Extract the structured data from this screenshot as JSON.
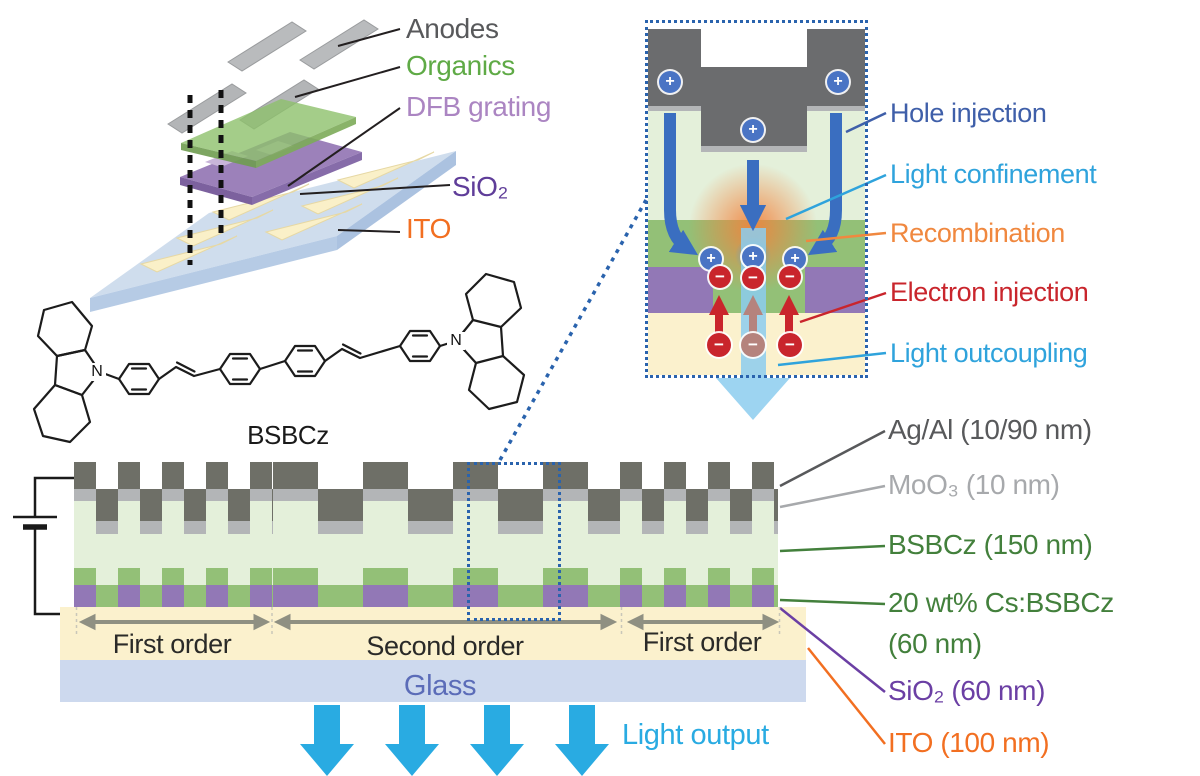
{
  "exploded": {
    "anodes": "Anodes",
    "organics": "Organics",
    "dfb_grating": "DFB grating",
    "sio2": "SiO₂",
    "ito": "ITO"
  },
  "molecule": {
    "name": "BSBCz",
    "nitrogen": "N"
  },
  "inset": {
    "hole_injection": "Hole injection",
    "light_confinement": "Light confinement",
    "recombination": "Recombination",
    "electron_injection": "Electron injection",
    "light_outcoupling": "Light outcoupling",
    "plus": "+",
    "minus": "−"
  },
  "cross_section": {
    "ag_al": "Ag/Al (10/90 nm)",
    "moo3": "MoO₃ (10 nm)",
    "bsbcz": "BSBCz (150 nm)",
    "cs_bsbcz_line1": "20 wt% Cs:BSBCz",
    "cs_bsbcz_line2": "(60 nm)",
    "sio2": "SiO₂ (60 nm)",
    "ito": "ITO (100 nm)",
    "first_order_left": "First order",
    "second_order": "Second order",
    "first_order_right": "First order",
    "glass": "Glass",
    "light_output": "Light output"
  },
  "colors": {
    "metal": "#6e6f67",
    "moo3": "#b3b5b7",
    "organic_light": "#e4f0da",
    "cs_bsbcz": "#93c077",
    "sio2": "#9278b6",
    "ito": "#fbf1cd",
    "glass": "#cdd9ee",
    "cyan": "#29abe2",
    "hole_blue": "#3a6ec0",
    "orange": "#f0883f",
    "red": "#c9252c",
    "purple_label": "#6b3fa4",
    "green_label": "#43803c",
    "gray_label": "#58595b"
  }
}
